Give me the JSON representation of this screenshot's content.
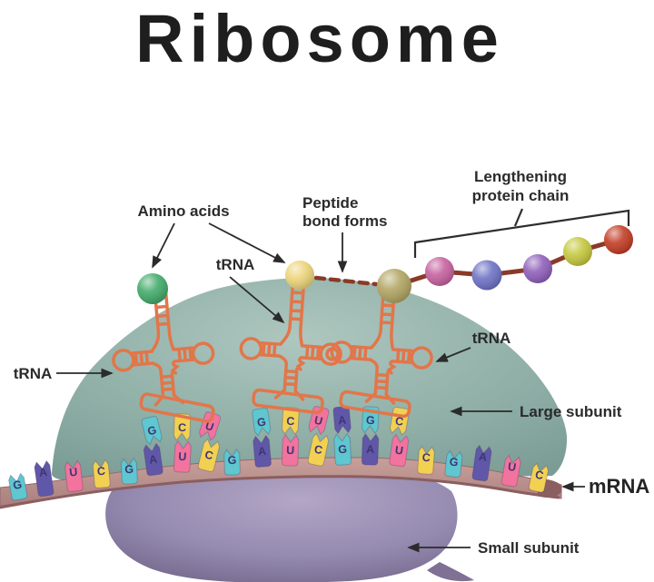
{
  "title": "Ribosome",
  "labels": {
    "amino_acids": "Amino acids",
    "trna": "tRNA",
    "peptide_bond": [
      "Peptide",
      "bond forms"
    ],
    "lengthening_chain": [
      "Lengthening",
      "protein chain"
    ],
    "large_subunit": "Large subunit",
    "small_subunit": "Small subunit",
    "mrna": "mRNA"
  },
  "mrna_sequence": [
    "G",
    "A",
    "U",
    "C",
    "G",
    "A",
    "U",
    "C",
    "G",
    "A",
    "U",
    "C",
    "G",
    "A",
    "U",
    "C",
    "G",
    "A",
    "U",
    "C"
  ],
  "trna_sites": [
    {
      "anticodon": [
        "G",
        "C",
        "U"
      ],
      "codon_start": 5
    },
    {
      "anticodon": [
        "G",
        "C",
        "U"
      ],
      "codon_start": 9
    },
    {
      "anticodon": [
        "A",
        "G",
        "C"
      ],
      "codon_start": 12
    }
  ],
  "amino_acid_spheres": {
    "on_trna1": "#3fa968",
    "on_trna2": "#ecd478",
    "chain": [
      "#b0a360",
      "#c55f9d",
      "#6b70c4",
      "#8e5dba",
      "#c4c73c",
      "#c13a22"
    ]
  },
  "colors": {
    "nucleotides": {
      "G": "#5ec7cf",
      "A": "#6057a8",
      "U": "#f2739e",
      "C": "#f2d052"
    },
    "letter": "#3d3674",
    "large_subunit_light": "#aec7bf",
    "large_subunit": "#8fafa7",
    "large_subunit_dark": "#7b9c94",
    "small_subunit_light": "#b3a6c6",
    "small_subunit": "#958ab0",
    "small_subunit_dark": "#6e6184",
    "mrna_strand": "#c29995",
    "mrna_strand_dark": "#8b5e60",
    "trna_outline": "#e2764a",
    "chain_link": "#8a3a28",
    "text": "#2b2b2b"
  }
}
